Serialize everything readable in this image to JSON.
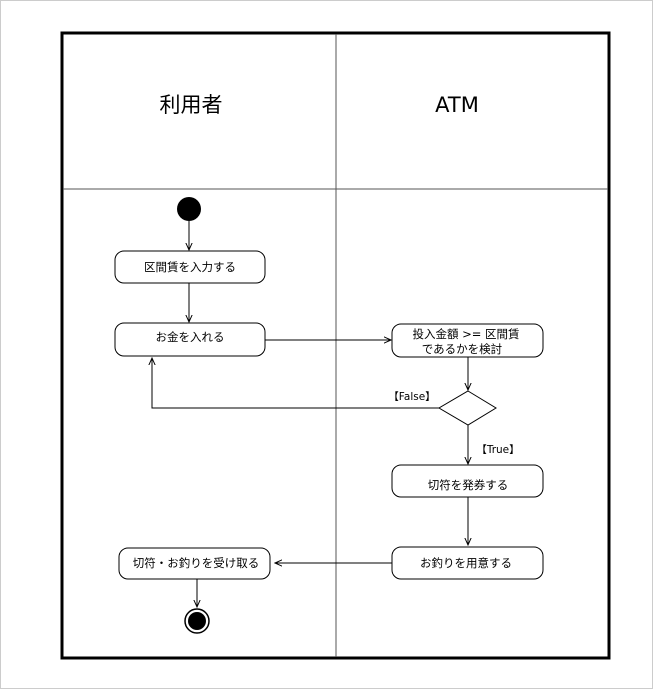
{
  "swimlanes": {
    "user_lane_title": "利用者",
    "atm_lane_title": "ATM"
  },
  "actions": {
    "enter_fare": "区間賃を入力する",
    "insert_money": "お金を入れる",
    "check_amount_line1": "投入金額 >= 区間賃",
    "check_amount_line2": "であるかを検討",
    "issue_ticket": "切符を発券する",
    "prepare_change": "お釣りを用意する",
    "receive_ticket_change": "切符・お釣りを受け取る"
  },
  "guards": {
    "false_label": "【False】",
    "true_label": "【True】"
  },
  "colors": {
    "stroke": "#000000",
    "lane_divider": "#555555",
    "outer_border": "#cccccc",
    "background": "#ffffff",
    "node_fill": "#ffffff"
  }
}
